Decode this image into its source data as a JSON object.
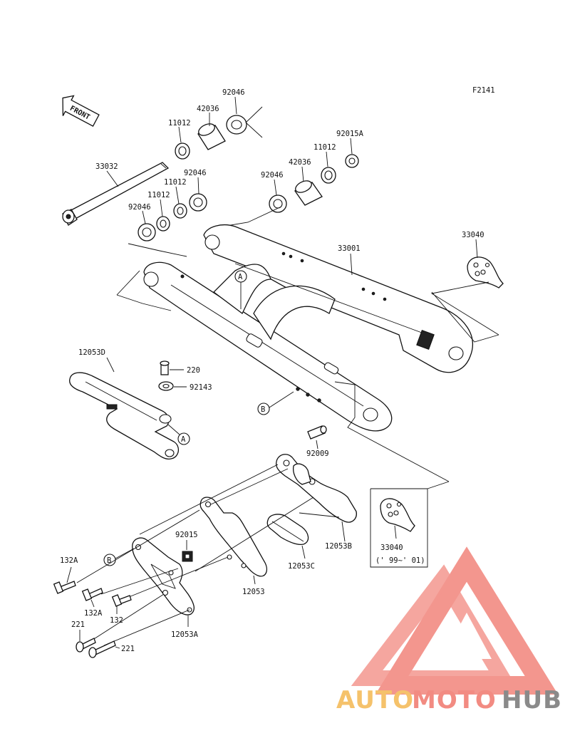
{
  "diagram": {
    "figure_code": "F2141",
    "front_label": "FRONT",
    "callout_a": "A",
    "callout_b": "B",
    "labels": {
      "p92046_top": "92046",
      "p42036_top": "42036",
      "p11012_top": "11012",
      "p92015A": "92015A",
      "p11012_right": "11012",
      "p42036_right": "42036",
      "p92046_right": "92046",
      "p33032": "33032",
      "p92046_mid": "92046",
      "p11012_mid1": "11012",
      "p11012_mid2": "11012",
      "p92046_left": "92046",
      "p33040_top": "33040",
      "p33001": "33001",
      "p12053D": "12053D",
      "p220": "220",
      "p92143": "92143",
      "p92009": "92009",
      "p12053B": "12053B",
      "p12053C": "12053C",
      "p33040_bottom": "33040",
      "p33040_note": "(' 99~' 01)",
      "p92015": "92015",
      "p132A_top": "132A",
      "p132A_bottom": "132A",
      "p132": "132",
      "p12053": "12053",
      "p221_left": "221",
      "p221_right": "221",
      "p12053A": "12053A"
    }
  },
  "watermark": {
    "brand_part1": "AUTO",
    "brand_part2": "MOTO",
    "brand_part3": "HUB",
    "colors": {
      "triangle": "#f28b82",
      "auto": "#f5c26b",
      "moto": "#f28b82",
      "hub": "#8a8a8a"
    }
  }
}
